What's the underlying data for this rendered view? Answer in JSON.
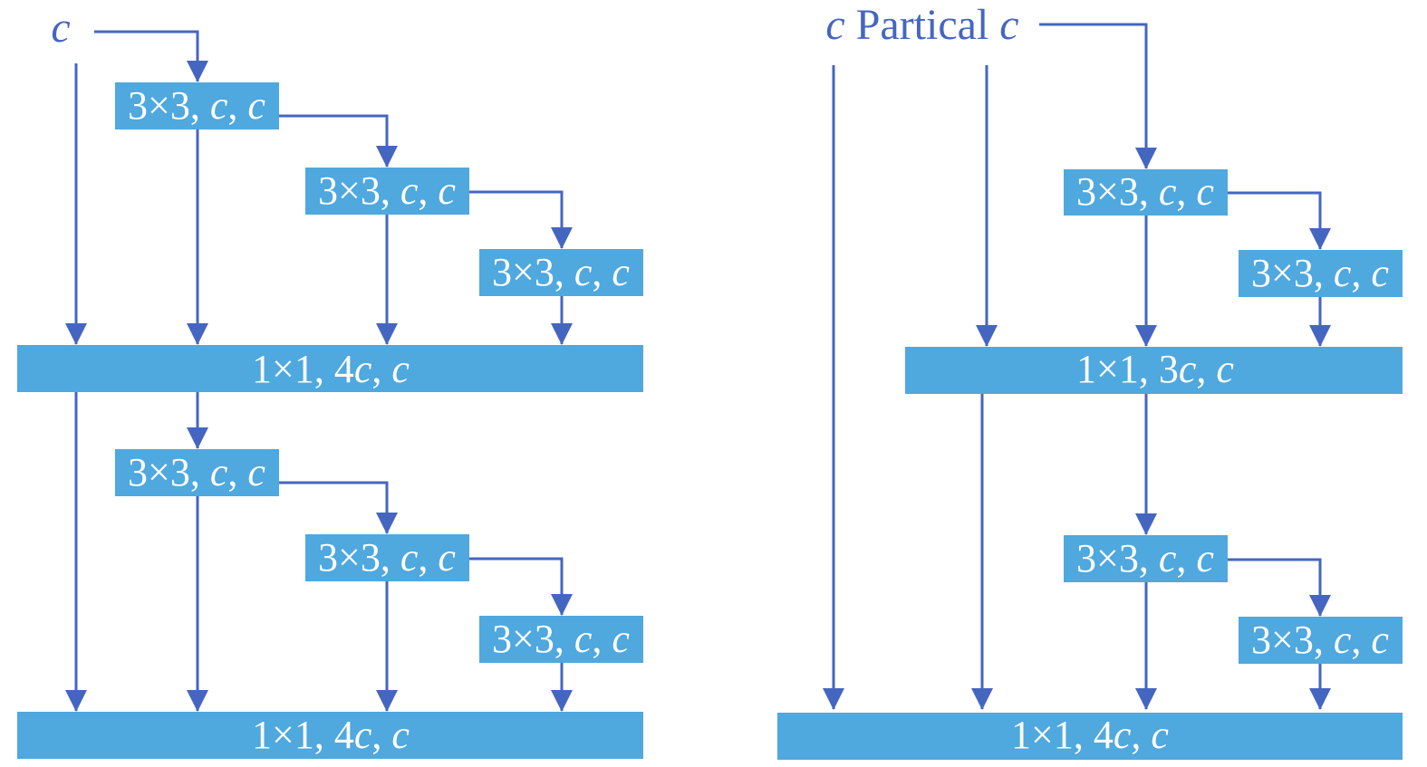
{
  "diagram": {
    "left": {
      "input": {
        "parts": [
          {
            "t": "c",
            "i": true
          }
        ]
      },
      "stage1": {
        "conv_a": {
          "parts": [
            {
              "t": "3×3, ",
              "i": false
            },
            {
              "t": "c",
              "i": true
            },
            {
              "t": ", ",
              "i": false
            },
            {
              "t": "c",
              "i": true
            }
          ]
        },
        "conv_b": {
          "parts": [
            {
              "t": "3×3, ",
              "i": false
            },
            {
              "t": "c",
              "i": true
            },
            {
              "t": ", ",
              "i": false
            },
            {
              "t": "c",
              "i": true
            }
          ]
        },
        "conv_c": {
          "parts": [
            {
              "t": "3×3, ",
              "i": false
            },
            {
              "t": "c",
              "i": true
            },
            {
              "t": ", ",
              "i": false
            },
            {
              "t": "c",
              "i": true
            }
          ]
        },
        "fuse": {
          "parts": [
            {
              "t": "1×1, 4",
              "i": false
            },
            {
              "t": "c",
              "i": true
            },
            {
              "t": ", ",
              "i": false
            },
            {
              "t": "c",
              "i": true
            }
          ]
        }
      },
      "stage2": {
        "conv_a": {
          "parts": [
            {
              "t": "3×3, ",
              "i": false
            },
            {
              "t": "c",
              "i": true
            },
            {
              "t": ", ",
              "i": false
            },
            {
              "t": "c",
              "i": true
            }
          ]
        },
        "conv_b": {
          "parts": [
            {
              "t": "3×3, ",
              "i": false
            },
            {
              "t": "c",
              "i": true
            },
            {
              "t": ", ",
              "i": false
            },
            {
              "t": "c",
              "i": true
            }
          ]
        },
        "conv_c": {
          "parts": [
            {
              "t": "3×3, ",
              "i": false
            },
            {
              "t": "c",
              "i": true
            },
            {
              "t": ", ",
              "i": false
            },
            {
              "t": "c",
              "i": true
            }
          ]
        },
        "fuse": {
          "parts": [
            {
              "t": "1×1, 4",
              "i": false
            },
            {
              "t": "c",
              "i": true
            },
            {
              "t": ", ",
              "i": false
            },
            {
              "t": "c",
              "i": true
            }
          ]
        }
      }
    },
    "right": {
      "input": {
        "parts": [
          {
            "t": "c",
            "i": true
          },
          {
            "t": " Partical ",
            "i": false
          },
          {
            "t": "c",
            "i": true
          }
        ]
      },
      "stage1": {
        "conv_a": {
          "parts": [
            {
              "t": "3×3, ",
              "i": false
            },
            {
              "t": "c",
              "i": true
            },
            {
              "t": ", ",
              "i": false
            },
            {
              "t": "c",
              "i": true
            }
          ]
        },
        "conv_b": {
          "parts": [
            {
              "t": "3×3, ",
              "i": false
            },
            {
              "t": "c",
              "i": true
            },
            {
              "t": ", ",
              "i": false
            },
            {
              "t": "c",
              "i": true
            }
          ]
        },
        "fuse": {
          "parts": [
            {
              "t": "1×1, 3",
              "i": false
            },
            {
              "t": "c",
              "i": true
            },
            {
              "t": ", ",
              "i": false
            },
            {
              "t": "c",
              "i": true
            }
          ]
        }
      },
      "stage2": {
        "conv_a": {
          "parts": [
            {
              "t": "3×3, ",
              "i": false
            },
            {
              "t": "c",
              "i": true
            },
            {
              "t": ", ",
              "i": false
            },
            {
              "t": "c",
              "i": true
            }
          ]
        },
        "conv_b": {
          "parts": [
            {
              "t": "3×3, ",
              "i": false
            },
            {
              "t": "c",
              "i": true
            },
            {
              "t": ", ",
              "i": false
            },
            {
              "t": "c",
              "i": true
            }
          ]
        },
        "fuse": {
          "parts": [
            {
              "t": "1×1, 4",
              "i": false
            },
            {
              "t": "c",
              "i": true
            },
            {
              "t": ", ",
              "i": false
            },
            {
              "t": "c",
              "i": true
            }
          ]
        }
      }
    },
    "colors": {
      "block": "#4FA8DE",
      "line": "#4566C0",
      "block_text": "#ffffff"
    }
  }
}
